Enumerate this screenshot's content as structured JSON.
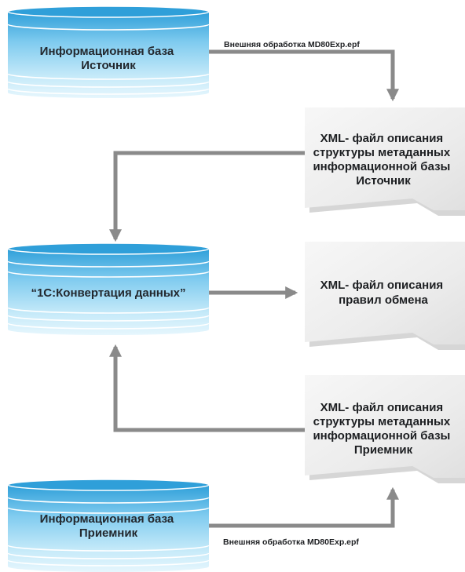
{
  "source_db": {
    "lines": [
      "Информационная база",
      "Источник"
    ]
  },
  "converter": {
    "lines": [
      "“1С:Конвертация данных”"
    ]
  },
  "target_db": {
    "lines": [
      "Информационная база",
      "Приемник"
    ]
  },
  "doc_source_meta": {
    "lines": [
      "XML- файл описания",
      "структуры метаданных",
      "информационной базы",
      "Источник"
    ]
  },
  "doc_exchange_rules": {
    "lines": [
      "XML- файл описания",
      "правил обмена"
    ]
  },
  "doc_target_meta": {
    "lines": [
      "XML- файл описания",
      "структуры метаданных",
      "информационной базы",
      "Приемник"
    ]
  },
  "edge_labels": {
    "top": "Внешняя обработка MD80Exp.epf",
    "bottom": "Внешняя обработка MD80Exp.epf"
  },
  "colors": {
    "cylinder_top": "#2f9fd9",
    "cylinder_mid": "#8ed3f2",
    "cylinder_light": "#e6f6fd",
    "ring": "#ffffff",
    "arrow": "#8a8a8a",
    "doc_fill": "#ececec",
    "doc_shadow": "#d2d2d2"
  }
}
